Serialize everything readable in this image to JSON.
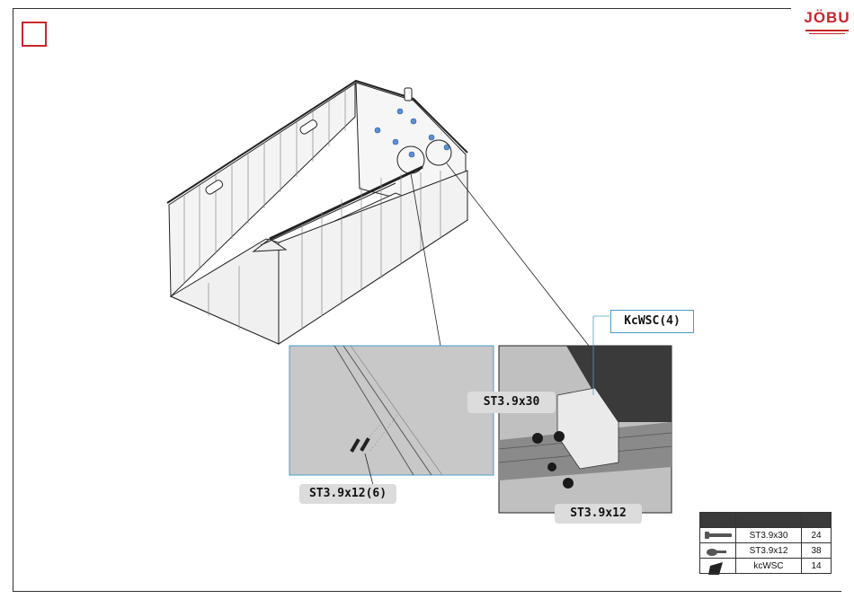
{
  "brand": {
    "name": "JÖBU"
  },
  "callouts": {
    "washer_label": "KcWSC(4)",
    "screw30_label": "ST3.9x30",
    "screw12_left_label": "ST3.9x12(6)",
    "screw12_right_label": "ST3.9x12"
  },
  "hardware_table": {
    "rows": [
      {
        "icon": "long-screw-icon",
        "name": "ST3.9x30",
        "qty": "24"
      },
      {
        "icon": "short-screw-icon",
        "name": "ST3.9x12",
        "qty": "38"
      },
      {
        "icon": "washer-bracket-icon",
        "name": "kcWSC",
        "qty": "14"
      }
    ]
  },
  "colors": {
    "accent": "#c8262d",
    "callout_border": "#4a9bc9",
    "hole_marker": "#5b8fd6"
  }
}
